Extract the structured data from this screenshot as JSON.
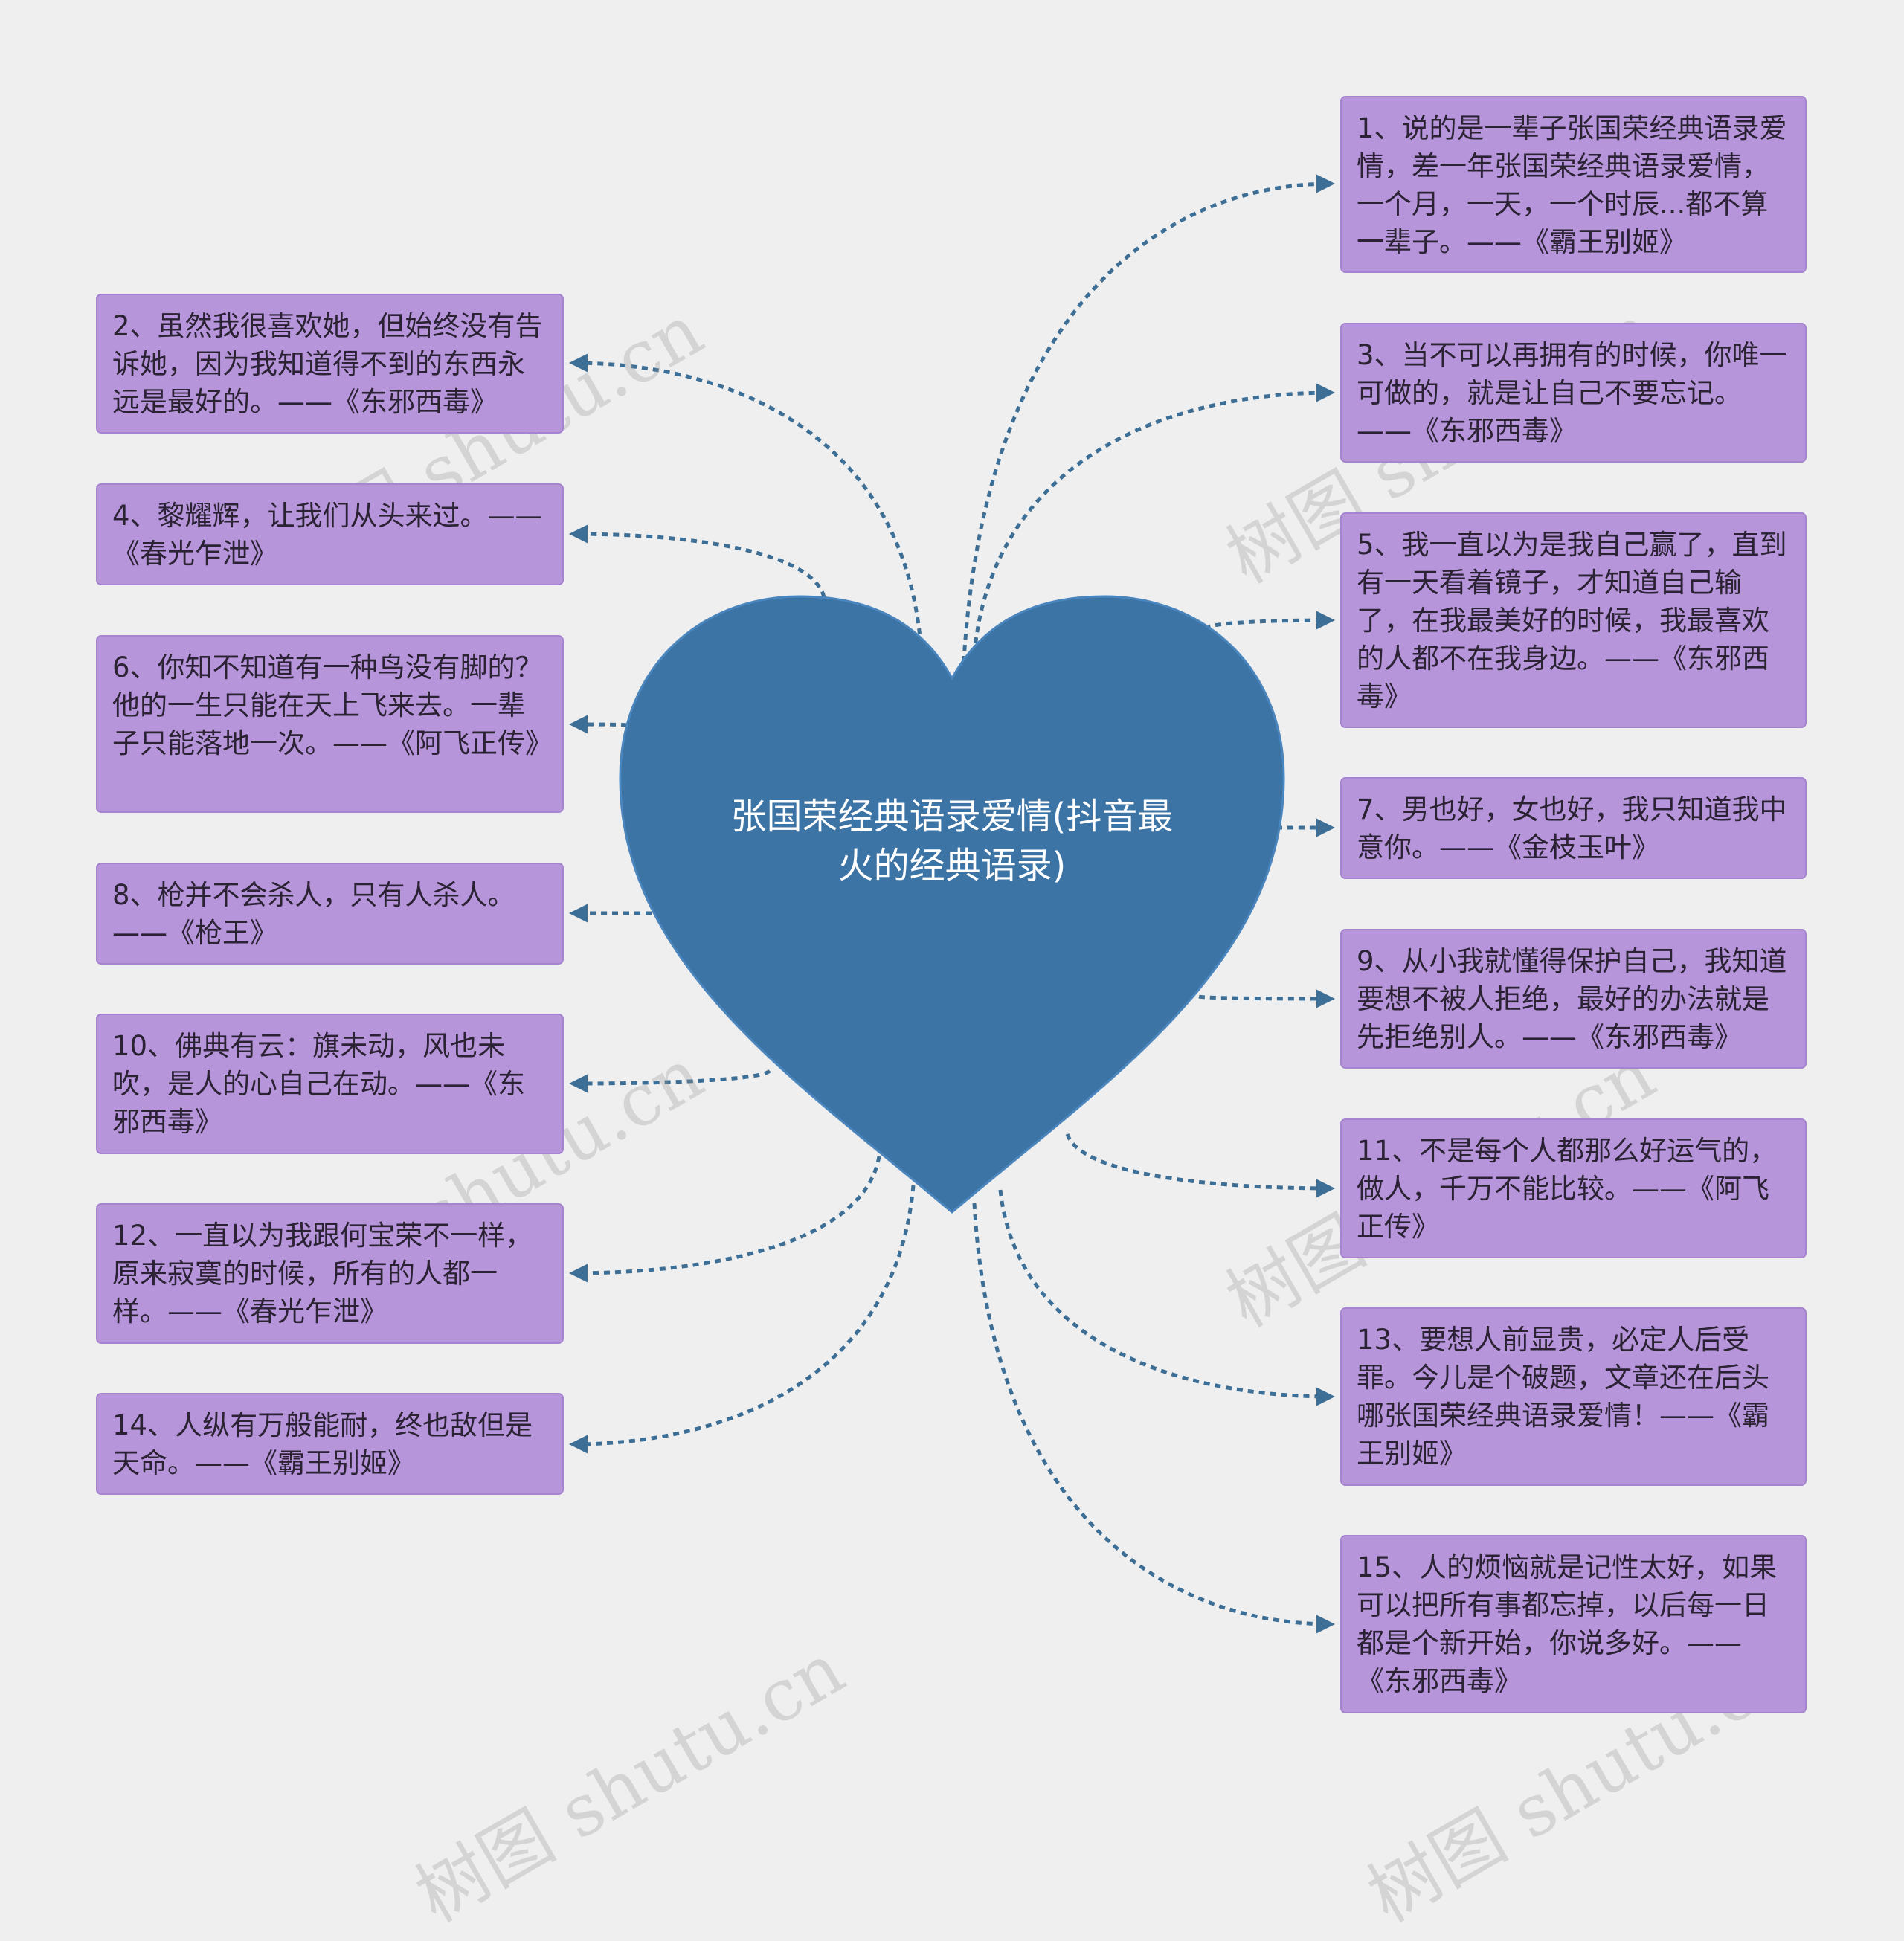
{
  "watermark": "树图 shutu.cn",
  "center": {
    "title": "张国荣经典语录爱情(抖音最火的经典语录)"
  },
  "nodes": {
    "n1": "1、说的是一辈子张国荣经典语录爱情，差一年张国荣经典语录爱情，一个月，一天，一个时辰...都不算一辈子。——《霸王别姬》",
    "n2": "2、虽然我很喜欢她，但始终没有告诉她，因为我知道得不到的东西永远是最好的。——《东邪西毒》",
    "n3": "3、当不可以再拥有的时候，你唯一可做的，就是让自己不要忘记。——《东邪西毒》",
    "n4": "4、黎耀辉，让我们从头来过。——《春光乍泄》",
    "n5": "5、我一直以为是我自己赢了，直到有一天看着镜子，才知道自己输了，在我最美好的时候，我最喜欢的人都不在我身边。——《东邪西毒》",
    "n6": "6、你知不知道有一种鸟没有脚的？他的一生只能在天上飞来去。一辈子只能落地一次。——《阿飞正传》",
    "n7": "7、男也好，女也好，我只知道我中意你。——《金枝玉叶》",
    "n8": "8、枪并不会杀人，只有人杀人。——《枪王》",
    "n9": "9、从小我就懂得保护自己，我知道要想不被人拒绝，最好的办法就是先拒绝别人。——《东邪西毒》",
    "n10": "10、佛典有云：旗未动，风也未吹，是人的心自己在动。——《东邪西毒》",
    "n11": "11、不是每个人都那么好运气的，做人，千万不能比较。——《阿飞正传》",
    "n12": "12、一直以为我跟何宝荣不一样，原来寂寞的时候，所有的人都一样。——《春光乍泄》",
    "n13": "13、要想人前显贵，必定人后受罪。今儿是个破题，文章还在后头哪张国荣经典语录爱情！——《霸王别姬》",
    "n14": "14、人纵有万般能耐，终也敌但是天命。——《霸王别姬》",
    "n15": "15、人的烦恼就是记性太好，如果可以把所有事都忘掉，以后每一日都是个新开始，你说多好。——《东邪西毒》"
  },
  "colors": {
    "background": "#efefef",
    "heart_fill": "#3d74a6",
    "node_fill": "#b695db",
    "connector": "#3d6f96"
  }
}
